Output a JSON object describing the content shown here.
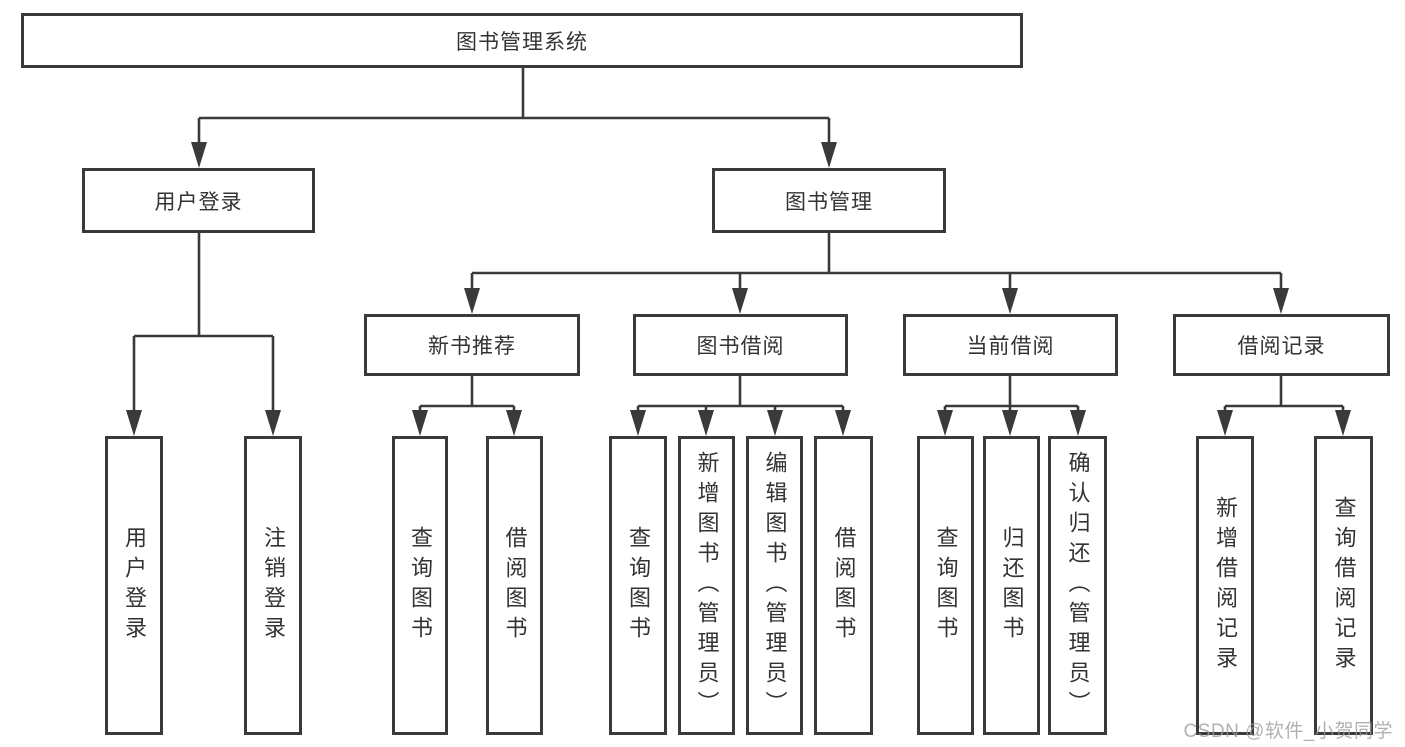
{
  "diagram": {
    "title": "图书管理系统",
    "root": {
      "label": "图书管理系统"
    },
    "branches": [
      {
        "label": "用户登录",
        "children": [
          {
            "label": "用户登录"
          },
          {
            "label": "注销登录"
          }
        ]
      },
      {
        "label": "图书管理",
        "children": [
          {
            "label": "新书推荐",
            "children": [
              {
                "label": "查询图书"
              },
              {
                "label": "借阅图书"
              }
            ]
          },
          {
            "label": "图书借阅",
            "children": [
              {
                "label": "查询图书"
              },
              {
                "label": "新增图书（管理员）"
              },
              {
                "label": "编辑图书（管理员）"
              },
              {
                "label": "借阅图书"
              }
            ]
          },
          {
            "label": "当前借阅",
            "children": [
              {
                "label": "查询图书"
              },
              {
                "label": "归还图书"
              },
              {
                "label": "确认归还（管理员）"
              }
            ]
          },
          {
            "label": "借阅记录",
            "children": [
              {
                "label": "新增借阅记录"
              },
              {
                "label": "查询借阅记录"
              }
            ]
          }
        ]
      }
    ]
  },
  "watermark": {
    "text": "CSDN @软件_小贺同学"
  },
  "colors": {
    "line": "#3a3a3a",
    "border": "#3a3a3a",
    "text": "#333333",
    "background": "#ffffff",
    "watermark": "#9b9b9b"
  }
}
